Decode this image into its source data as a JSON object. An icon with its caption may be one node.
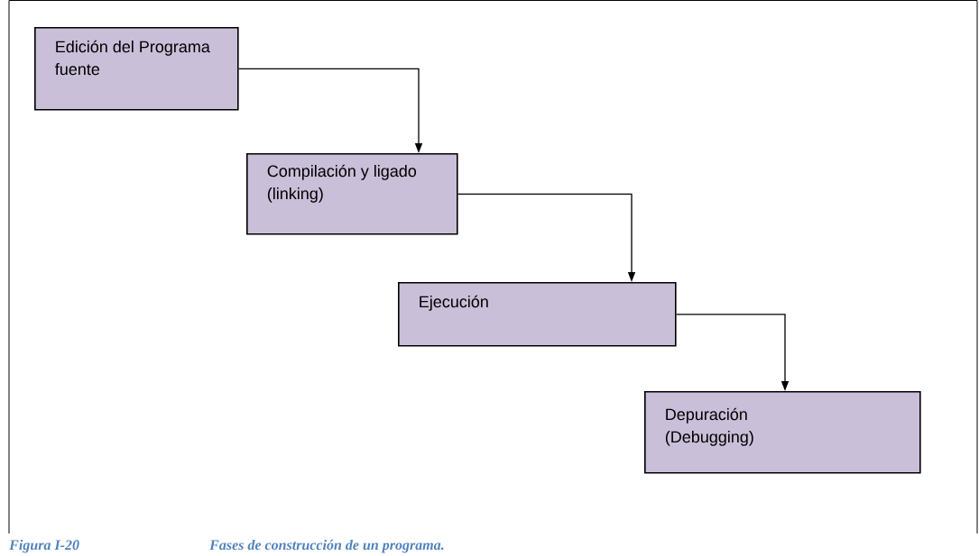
{
  "diagram": {
    "caption": "Fases de construcción de un programa.",
    "nodes": [
      {
        "text": [
          "Edición del Programa fuente"
        ]
      },
      {
        "text": [
          "Compilación y ligado (linking)"
        ]
      },
      {
        "text": [
          "Ejecución"
        ]
      },
      {
        "text": [
          "Depuración (Debugging)"
        ]
      }
    ],
    "edges": [
      {
        "from": 0,
        "to": 1,
        "arrow": "to"
      },
      {
        "from": 1,
        "to": 2,
        "arrow": "to"
      },
      {
        "from": 2,
        "to": 3,
        "arrow": "to"
      }
    ],
    "labels": [
      "Figura I-20"
    ]
  }
}
